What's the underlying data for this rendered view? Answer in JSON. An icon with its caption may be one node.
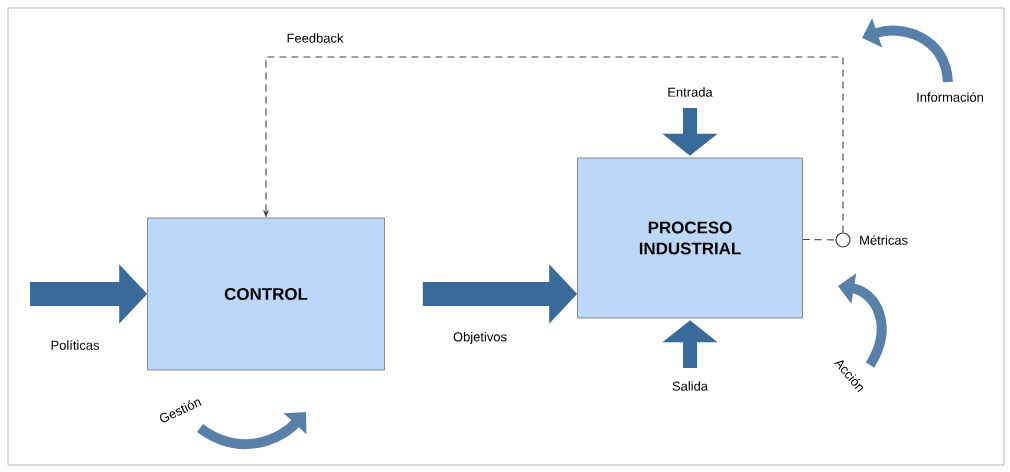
{
  "diagram": {
    "nodes": [
      {
        "text": [
          "CONTROL"
        ]
      },
      {
        "text": [
          "PROCESO INDUSTRIAL"
        ]
      },
      {
        "text": [],
        "shape": "circle",
        "beside": [
          "Métricas"
        ]
      }
    ],
    "edges": [
      {
        "from": null,
        "to": 0,
        "arrow": "to",
        "label": "Políticas"
      },
      {
        "from": 0,
        "to": 1,
        "arrow": "to",
        "label": "Objetivos"
      },
      {
        "from": null,
        "to": 1,
        "arrow": "to",
        "label": "Entrada"
      },
      {
        "from": null,
        "to": 1,
        "arrow": "to",
        "label": "Salida"
      },
      {
        "from": 1,
        "to": 2,
        "arrow": "none",
        "style": "dashed",
        "color": "#444444"
      },
      {
        "from": 2,
        "to": 0,
        "arrow": "to",
        "label": "Feedback",
        "style": "dashed",
        "color": "#444444"
      }
    ],
    "labels": [
      "Información",
      "Acción",
      "Gestión"
    ]
  }
}
